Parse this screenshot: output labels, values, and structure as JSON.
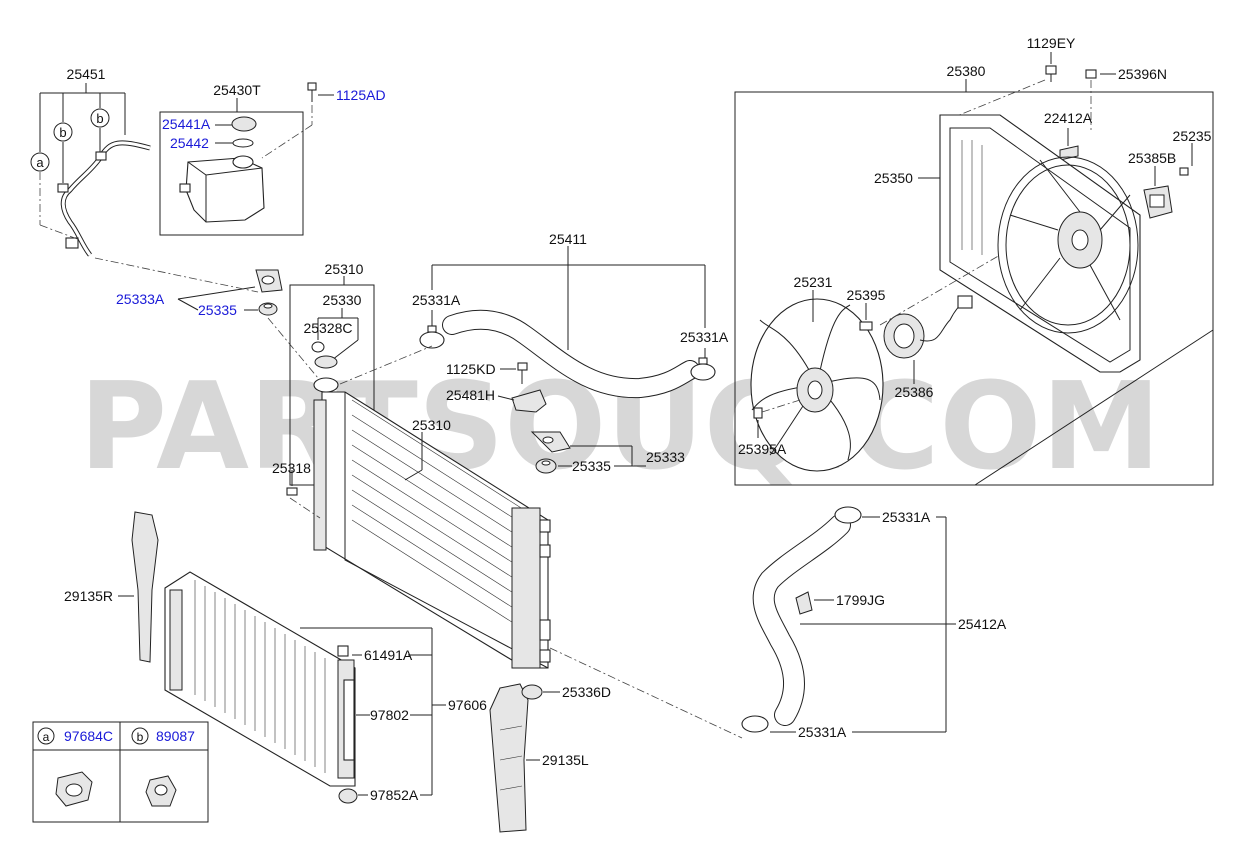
{
  "watermark": "PARTSOUQ.COM",
  "labels": {
    "p25451": "25451",
    "p25430T": "25430T",
    "p1125AD": "1125AD",
    "p25441A": "25441A",
    "p25442": "25442",
    "p25333A": "25333A",
    "p25335_top": "25335",
    "p25310_top": "25310",
    "p25330": "25330",
    "p25328C": "25328C",
    "p25331A_left": "25331A",
    "p25411": "25411",
    "p25331A_right": "25331A",
    "p1125KD": "1125KD",
    "p25481H": "25481H",
    "p25310_mid": "25310",
    "p25333": "25333",
    "p25335_mid": "25335",
    "p25318": "25318",
    "p1129EY": "1129EY",
    "p25380": "25380",
    "p25396N": "25396N",
    "p22412A": "22412A",
    "p25235": "25235",
    "p25385B": "25385B",
    "p25350": "25350",
    "p25231": "25231",
    "p25395": "25395",
    "p25386": "25386",
    "p25395A": "25395A",
    "p25331A_low_top": "25331A",
    "p1799JG": "1799JG",
    "p25412A": "25412A",
    "p25331A_low_bot": "25331A",
    "p29135R": "29135R",
    "p61491A": "61491A",
    "p97802": "97802",
    "p97606": "97606",
    "p25336D": "25336D",
    "p29135L": "29135L",
    "p97852A": "97852A"
  },
  "callouts": {
    "a": "a",
    "b": "b"
  },
  "legend": {
    "a_letter": "a",
    "a_part": "97684C",
    "b_letter": "b",
    "b_part": "89087"
  }
}
